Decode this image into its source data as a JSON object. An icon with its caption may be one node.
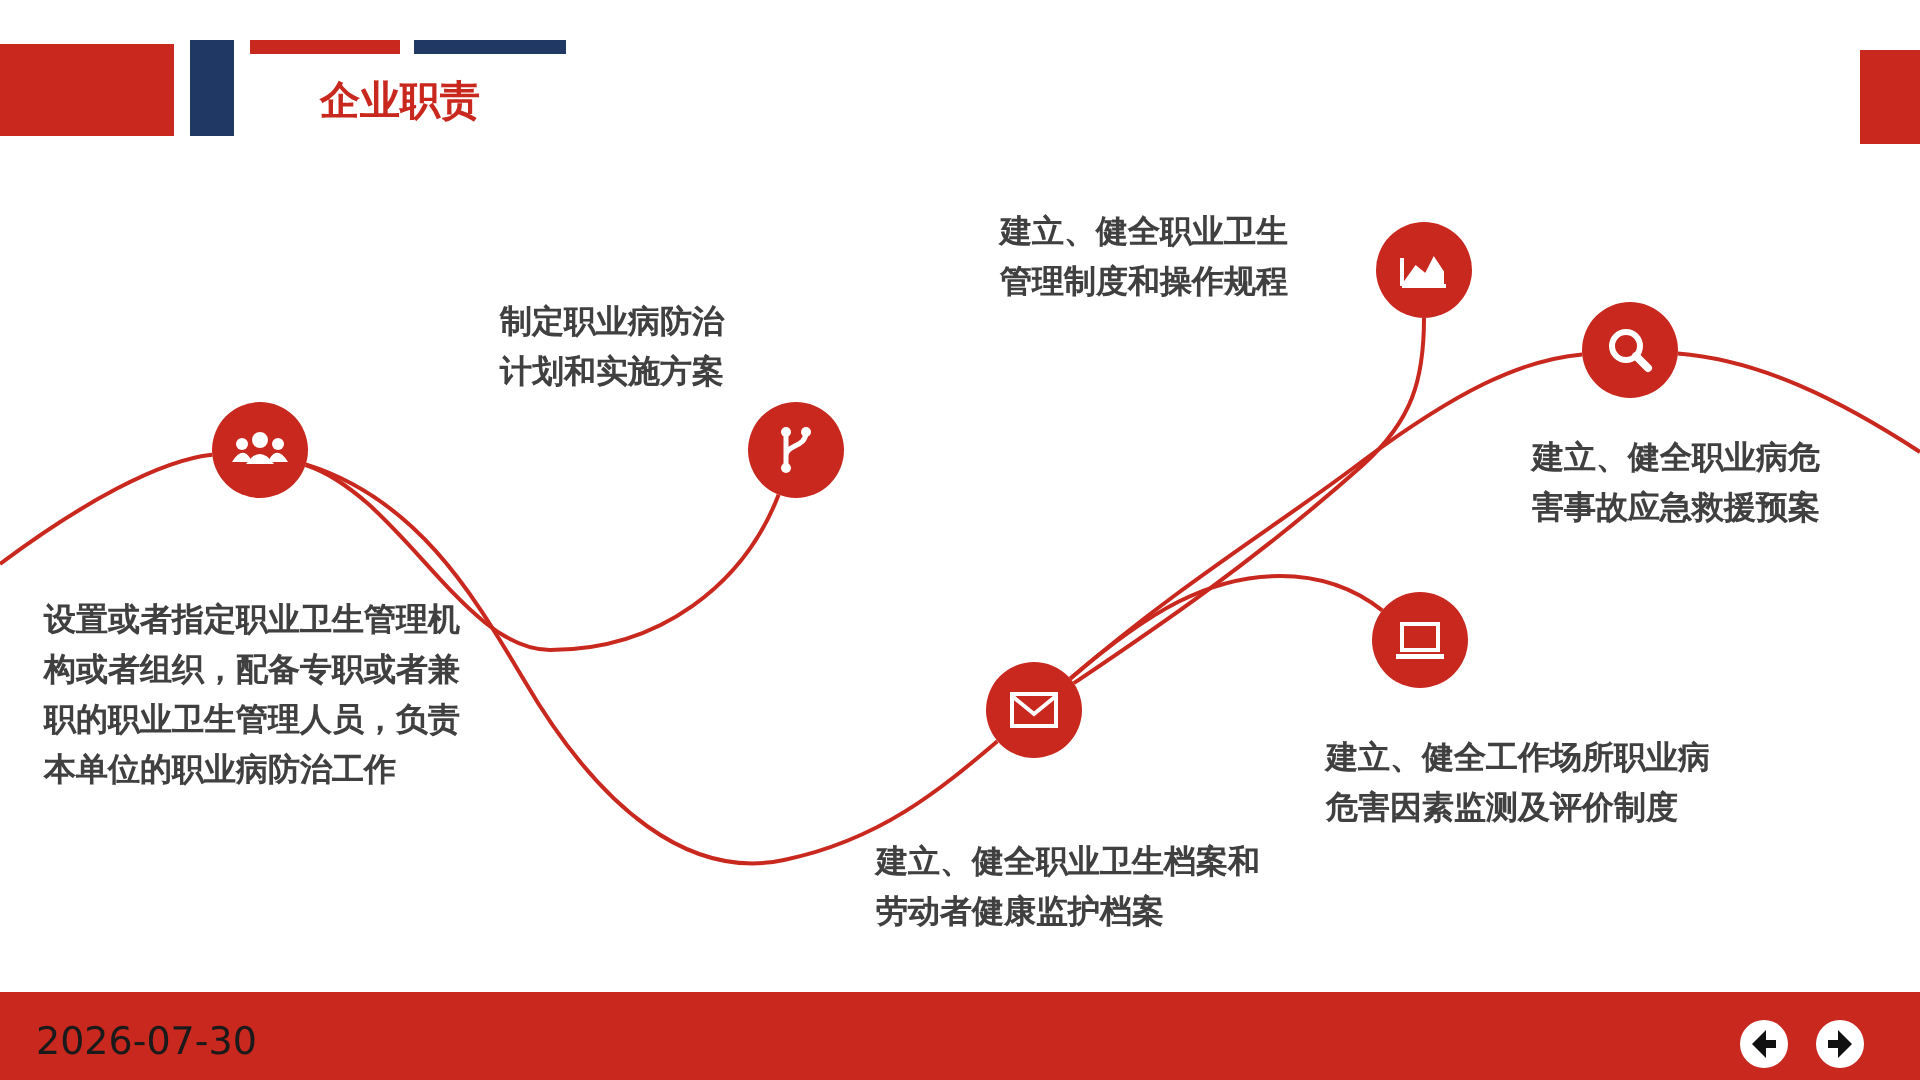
{
  "diagram": {
    "title": "企业职责",
    "nodes": [
      {
        "text": [],
        "shape": "circle",
        "beside": [
          "设置或者指定职业卫生管理机构或者组织，配备专职或者兼职的职业卫生管理人员，负责本单位的职业病防治工作"
        ]
      },
      {
        "text": [],
        "shape": "circle",
        "beside": [
          "制定职业病防治计划和实施方案"
        ]
      },
      {
        "text": [],
        "shape": "circle",
        "beside": [
          "建立、健全职业卫生档案和劳动者健康监护档案"
        ]
      },
      {
        "text": [],
        "shape": "circle",
        "beside": [
          "建立、健全职业卫生管理制度和操作规程"
        ]
      },
      {
        "text": [],
        "shape": "circle",
        "beside": [
          "建立、健全工作场所职业病危害因素监测及评价制度"
        ]
      },
      {
        "text": [],
        "shape": "circle",
        "beside": [
          "建立、健全职业病危害事故应急救援预案"
        ]
      }
    ],
    "edges": [
      {
        "from": null,
        "to": 0,
        "arrow": "none"
      },
      {
        "from": 0,
        "to": 1,
        "arrow": "none"
      },
      {
        "from": 0,
        "to": 2,
        "arrow": "none"
      },
      {
        "from": 2,
        "to": 5,
        "arrow": "none"
      },
      {
        "from": 3,
        "to": 2,
        "arrow": "none"
      },
      {
        "from": 2,
        "to": 4,
        "arrow": "none"
      },
      {
        "from": 5,
        "to": null,
        "arrow": "none"
      }
    ],
    "labels": [
      "2026-07-30"
    ]
  }
}
